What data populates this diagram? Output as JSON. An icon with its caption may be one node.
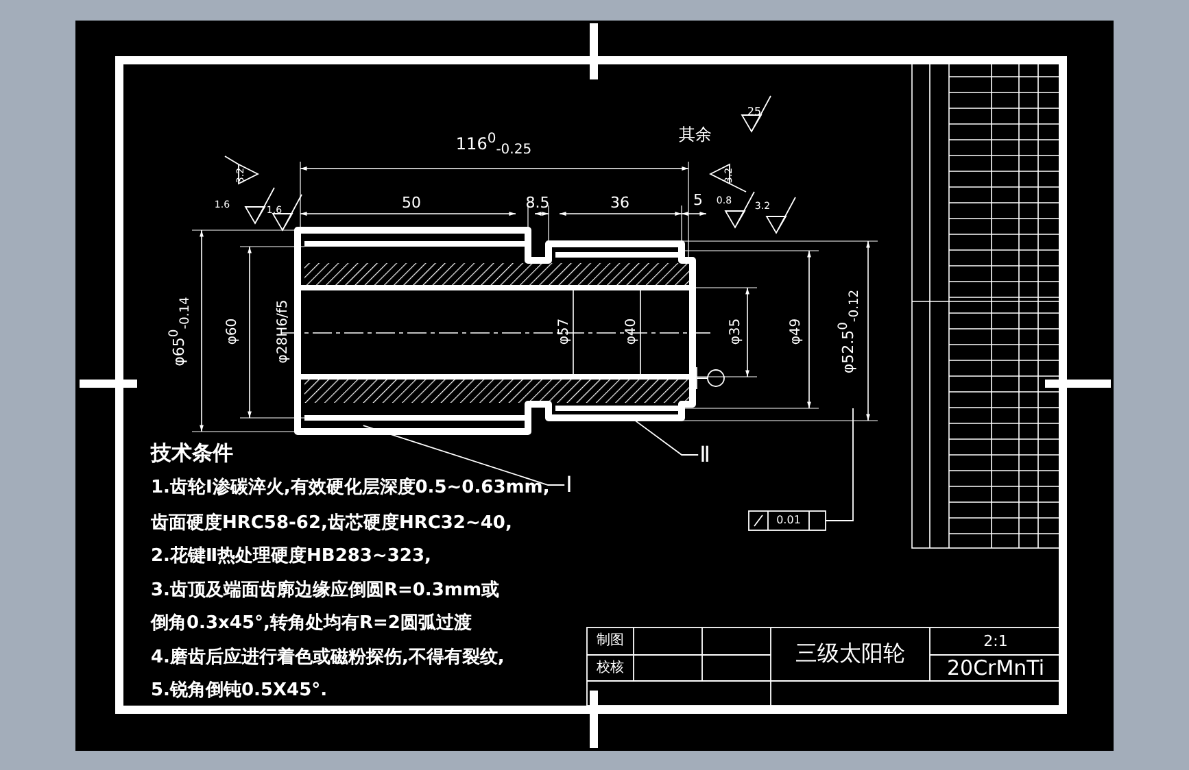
{
  "diagram": {
    "nodes": [
      {
        "text": [],
        "shape": "picture"
      },
      {
        "text": [
          "Ⅰ"
        ]
      },
      {
        "text": [
          "Ⅱ"
        ]
      }
    ],
    "edges": [
      {
        "from": 1,
        "to": 0,
        "arrow": "none"
      },
      {
        "from": 2,
        "to": 0,
        "arrow": "none"
      }
    ],
    "labels": [
      "其余",
      "25",
      "116$^{0}$$_{-0.25}$",
      "3.2",
      "3.2",
      "1.6",
      "1.6",
      "50",
      "8.5",
      "36",
      "5",
      "0.8",
      "3.2",
      "φ65$^{0}$$_{-0.14}$",
      "φ60",
      "φ28H6/f5",
      "φ57",
      "φ40",
      "φ35",
      "φ49",
      "φ52.5$^{0}$$_{-0.12}$",
      "技术条件",
      "1.齿轮Ⅰ渗碳淬火,有效硬化层深度0.5~0.63mm,",
      "齿面硬度HRC58-62,齿芯硬度HRC32~40,",
      "2.花键Ⅱ热处理硬度HB283~323,",
      "3.齿顶及端面齿廓边缘应倒圆R=0.3mm或",
      "倒角0.3x45°,转角处均有R=2圆弧过渡",
      "4.磨齿后应进行着色或磁粉探伤,不得有裂纹,",
      "5.锐角倒钝0.5X45°.",
      "0.01",
      "制图",
      "校核",
      "三级太阳轮",
      "2:1",
      "20CrMnTi"
    ]
  }
}
